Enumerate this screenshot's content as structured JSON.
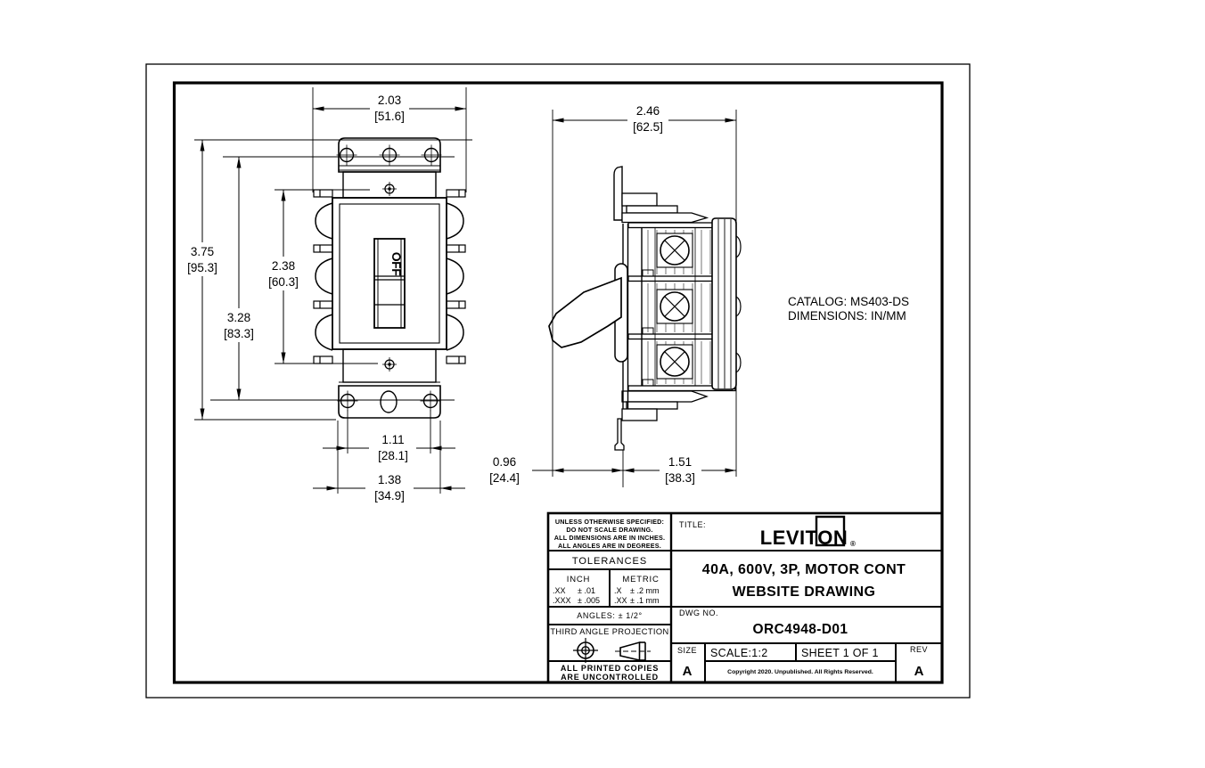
{
  "colors": {
    "ink": "#000000",
    "paper": "#ffffff"
  },
  "views": {
    "front": {
      "toggle_label": "OFF",
      "dim_width": {
        "in": "2.03",
        "mm": "[51.6]"
      },
      "dim_height": {
        "in": "3.75",
        "mm": "[95.3]"
      },
      "dim_mount": {
        "in": "3.28",
        "mm": "[83.3]"
      },
      "dim_screws": {
        "in": "2.38",
        "mm": "[60.3]"
      },
      "dim_holes": {
        "in": "1.11",
        "mm": "[28.1]"
      },
      "dim_plate": {
        "in": "1.38",
        "mm": "[34.9]"
      }
    },
    "side": {
      "dim_depth": {
        "in": "2.46",
        "mm": "[62.5]"
      },
      "dim_handle": {
        "in": "0.96",
        "mm": "[24.4]"
      },
      "dim_body": {
        "in": "1.51",
        "mm": "[38.3]"
      }
    },
    "catalog": {
      "line1": "CATALOG: MS403-DS",
      "line2": "DIMENSIONS: IN/MM"
    }
  },
  "title_block": {
    "notes": {
      "l1": "UNLESS OTHERWISE SPECIFIED:",
      "l2": "DO NOT SCALE DRAWING.",
      "l3": "ALL DIMENSIONS ARE IN INCHES.",
      "l4": "ALL ANGLES ARE IN DEGREES."
    },
    "tolerances": {
      "heading": "TOLERANCES",
      "inch_heading": "INCH",
      "metric_heading": "METRIC",
      "inch_xx": ".XX",
      "inch_xx_tol": "± .01",
      "inch_xxx": ".XXX",
      "inch_xxx_tol": "± .005",
      "metric_x": ".X",
      "metric_x_tol": "± .2 mm",
      "metric_xx": ".XX",
      "metric_xx_tol": "± .1 mm",
      "angles": "ANGLES: ± 1/2°"
    },
    "projection": {
      "heading": "THIRD ANGLE PROJECTION"
    },
    "uncontrolled": {
      "l1": "ALL PRINTED COPIES",
      "l2": "ARE UNCONTROLLED"
    },
    "brand": {
      "name": "LEVITON",
      "reg": "®"
    },
    "title": {
      "label": "TITLE:",
      "line1": "40A, 600V, 3P, MOTOR CONT",
      "line2": "WEBSITE DRAWING"
    },
    "dwg": {
      "label": "DWG NO.",
      "number": "ORC4948-D01"
    },
    "size": {
      "label": "SIZE",
      "value": "A"
    },
    "scale": "SCALE:1:2",
    "sheet": "SHEET 1 OF 1",
    "rev": {
      "label": "REV",
      "value": "A"
    },
    "copyright": "Copyright 2020. Unpublished. All Rights Reserved."
  }
}
